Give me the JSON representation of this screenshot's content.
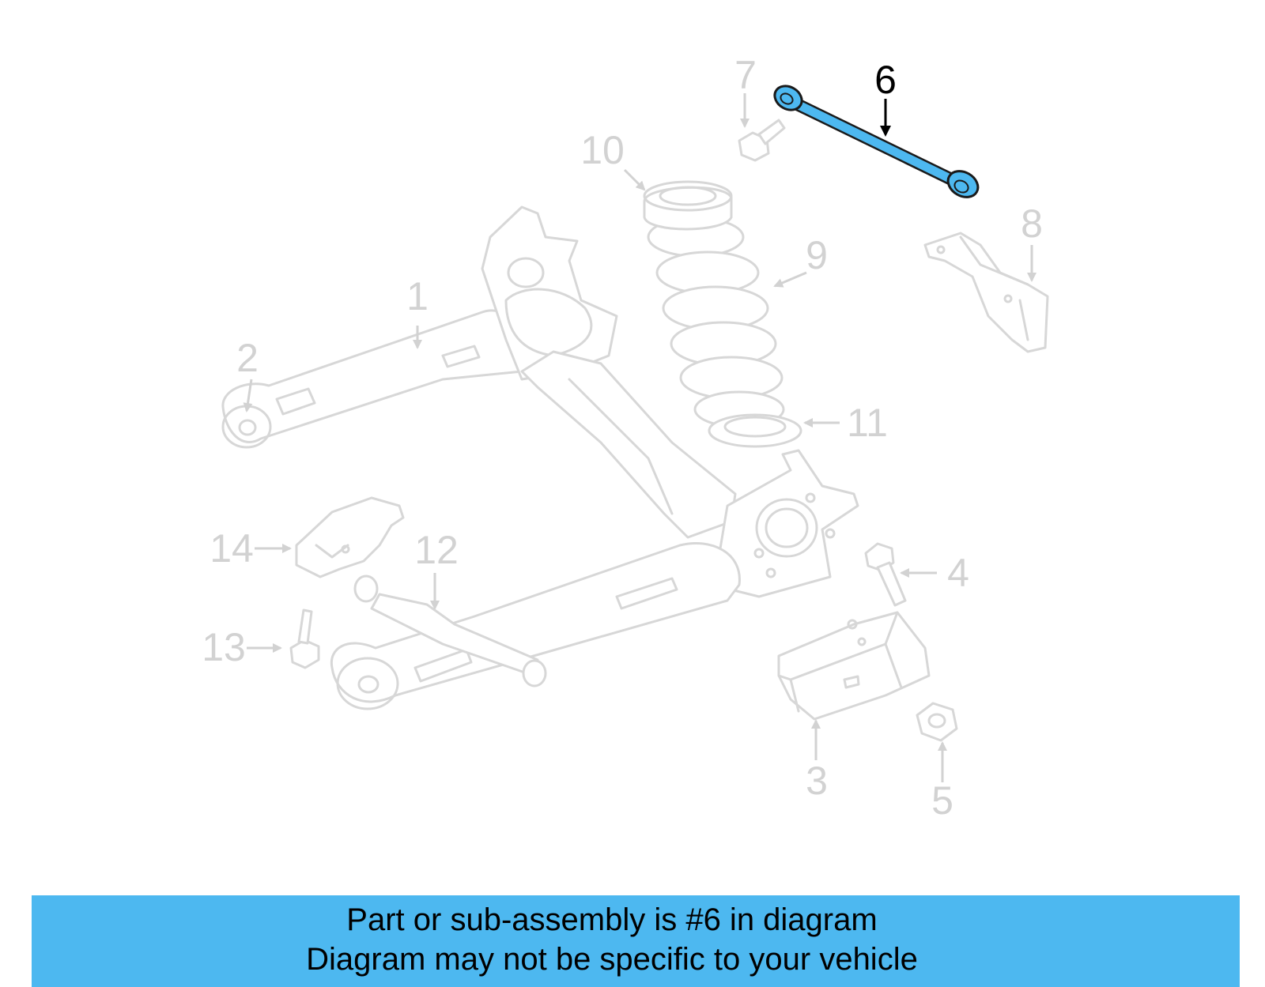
{
  "callouts": {
    "c1": "1",
    "c2": "2",
    "c3": "3",
    "c4": "4",
    "c5": "5",
    "c6": "6",
    "c7": "7",
    "c8": "8",
    "c9": "9",
    "c10": "10",
    "c11": "11",
    "c12": "12",
    "c13": "13",
    "c14": "14"
  },
  "highlighted_part": "6",
  "colors": {
    "highlight": "#4db8f0",
    "ghost": "#d7d7d7",
    "banner": "#4db8f0"
  },
  "banner": {
    "line1": "Part or sub-assembly is #6 in diagram",
    "line2": "Diagram may not be specific to your vehicle"
  }
}
